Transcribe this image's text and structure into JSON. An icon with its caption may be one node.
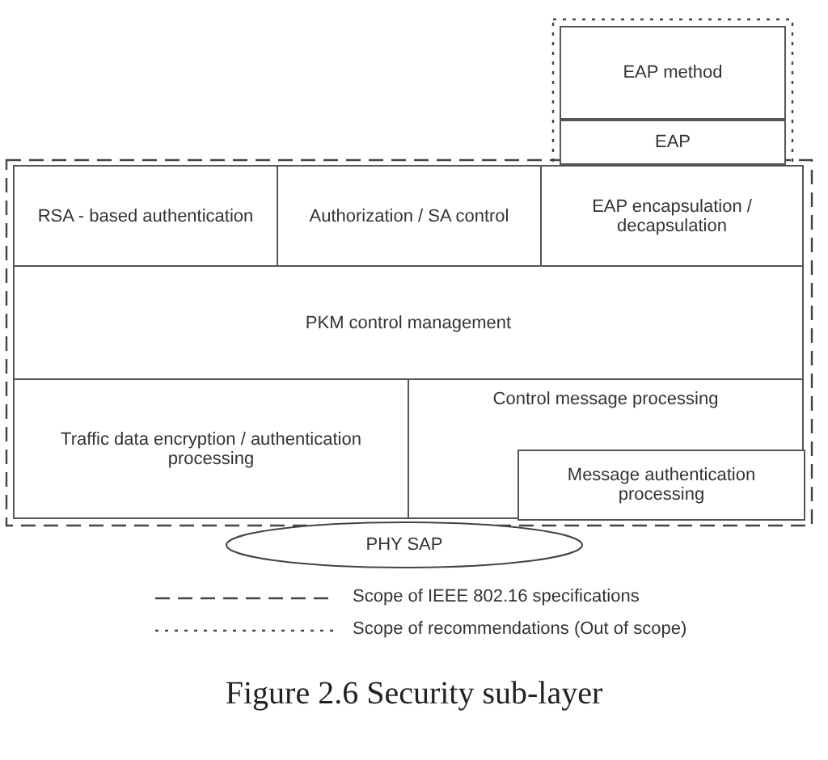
{
  "diagram": {
    "caption": "Figure 2.6 Security sub-layer",
    "nodes": [
      {
        "text": [
          "EAP method"
        ]
      },
      {
        "text": [
          "EAP"
        ]
      },
      {
        "text": [
          "RSA - based authentication"
        ]
      },
      {
        "text": [
          "Authorization / SA control"
        ]
      },
      {
        "text": [
          "EAP encapsulation / decapsulation"
        ]
      },
      {
        "text": [
          "PKM control management"
        ]
      },
      {
        "text": [
          "Traffic data encryption / authentication processing"
        ]
      },
      {
        "text": [
          "Control message processing"
        ]
      },
      {
        "text": [
          "Message authentication processing"
        ],
        "in": 7
      },
      {
        "text": [
          "PHY SAP"
        ]
      }
    ],
    "edges": [],
    "legend": [
      {
        "text": "Scope of IEEE 802.16 specifications"
      },
      {
        "text": "Scope of recommendations (Out of scope)"
      }
    ]
  }
}
